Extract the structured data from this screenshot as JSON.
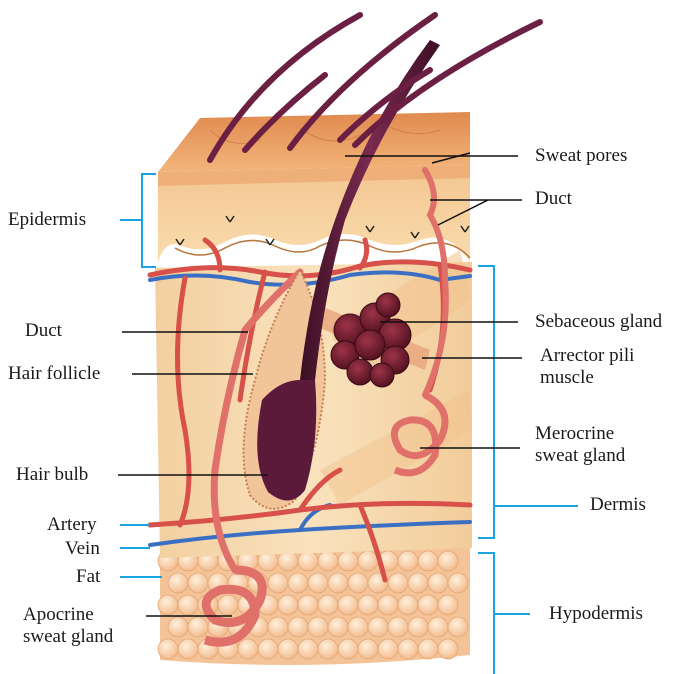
{
  "labels": {
    "sweat_pores": "Sweat pores",
    "duct_right": "Duct",
    "epidermis": "Epidermis",
    "duct_left": "Duct",
    "sebaceous_gland": "Sebaceous gland",
    "hair_follicle": "Hair follicle",
    "arrector_pili_1": "Arrector pili",
    "arrector_pili_2": "muscle",
    "merocrine_1": "Merocrine",
    "merocrine_2": "sweat gland",
    "hair_bulb": "Hair bulb",
    "dermis": "Dermis",
    "artery": "Artery",
    "vein": "Vein",
    "fat": "Fat",
    "apocrine_1": "Apocrine",
    "apocrine_2": "sweat gland",
    "hypodermis": "Hypodermis"
  },
  "colors": {
    "layer_bracket": "#19a3e0",
    "leader_line": "#111111",
    "hair": "#5c1a3a",
    "artery": "#d8504a",
    "vein": "#3a6fc4",
    "epidermis_surface": "#e9a066",
    "dermis": "#f6d9b0",
    "fat": "#f7c79a",
    "sebaceous": "#6e1a2a"
  }
}
